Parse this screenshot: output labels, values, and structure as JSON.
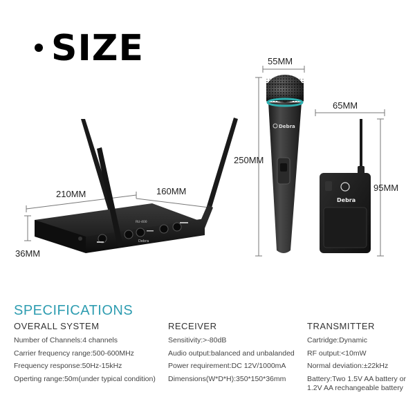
{
  "header": {
    "title": "SIZE"
  },
  "dimensions": {
    "receiver_width": "210MM",
    "receiver_depth": "160MM",
    "receiver_height": "36MM",
    "mic_diameter": "55MM",
    "mic_length": "250MM",
    "bodypack_width": "65MM",
    "bodypack_height": "95MM"
  },
  "product_labels": {
    "brand": "Debra",
    "model": "RU-400"
  },
  "specifications": {
    "heading": "SPECIFICATIONS",
    "overall": {
      "title": "OVERALL SYSTEM",
      "lines": [
        "Number of Channels:4 channels",
        "Carrier frequency range:500-600MHz",
        "Frequency response:50Hz-15kHz",
        "Operting range:50m(under typical condition)"
      ]
    },
    "receiver": {
      "title": "RECEIVER",
      "lines": [
        "Sensitivity:>-80dB",
        "Audio output:balanced and unbalanded",
        "Power requirement:DC 12V/1000mA",
        "Dimensions(W*D*H):350*150*36mm"
      ]
    },
    "transmitter": {
      "title": "TRANSMITTER",
      "lines": [
        "Cartridge:Dynamic",
        "RF output:<10mW",
        "Normal deviation:±22kHz",
        "Battery:Two 1.5V AA battery or",
        "1.2V AA rechangeable battery"
      ]
    }
  }
}
